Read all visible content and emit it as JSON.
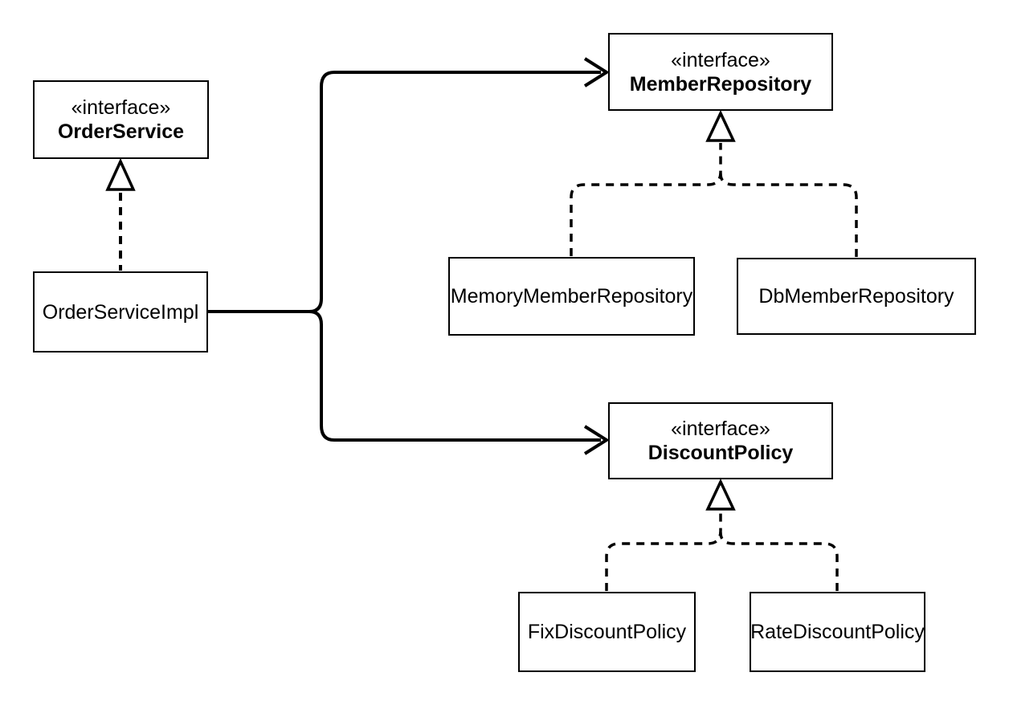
{
  "diagram": {
    "kind": "uml-class-diagram",
    "background_color": "#ffffff",
    "line_color": "#000000",
    "box_fill_color": "#ffffff",
    "nodes": [
      {
        "id": "order-service",
        "stereotype": "«interface»",
        "name": "OrderService"
      },
      {
        "id": "order-service-impl",
        "stereotype": "",
        "name": "OrderServiceImpl"
      },
      {
        "id": "member-repository",
        "stereotype": "«interface»",
        "name": "MemberRepository"
      },
      {
        "id": "memory-member-repository",
        "stereotype": "",
        "name": "MemoryMemberRepository"
      },
      {
        "id": "db-member-repository",
        "stereotype": "",
        "name": "DbMemberRepository"
      },
      {
        "id": "discount-policy",
        "stereotype": "«interface»",
        "name": "DiscountPolicy"
      },
      {
        "id": "fix-discount-policy",
        "stereotype": "",
        "name": "FixDiscountPolicy"
      },
      {
        "id": "rate-discount-policy",
        "stereotype": "",
        "name": "RateDiscountPolicy"
      }
    ],
    "edges": [
      {
        "from": "OrderServiceImpl",
        "to": "OrderService",
        "type": "realization",
        "style": "dashed-hollow-triangle"
      },
      {
        "from": "MemoryMemberRepository",
        "to": "MemberRepository",
        "type": "realization",
        "style": "dashed-hollow-triangle"
      },
      {
        "from": "DbMemberRepository",
        "to": "MemberRepository",
        "type": "realization",
        "style": "dashed-hollow-triangle"
      },
      {
        "from": "FixDiscountPolicy",
        "to": "DiscountPolicy",
        "type": "realization",
        "style": "dashed-hollow-triangle"
      },
      {
        "from": "RateDiscountPolicy",
        "to": "DiscountPolicy",
        "type": "realization",
        "style": "dashed-hollow-triangle"
      },
      {
        "from": "OrderServiceImpl",
        "to": "MemberRepository",
        "type": "dependency",
        "style": "solid-open-arrow"
      },
      {
        "from": "OrderServiceImpl",
        "to": "DiscountPolicy",
        "type": "dependency",
        "style": "solid-open-arrow"
      }
    ]
  }
}
